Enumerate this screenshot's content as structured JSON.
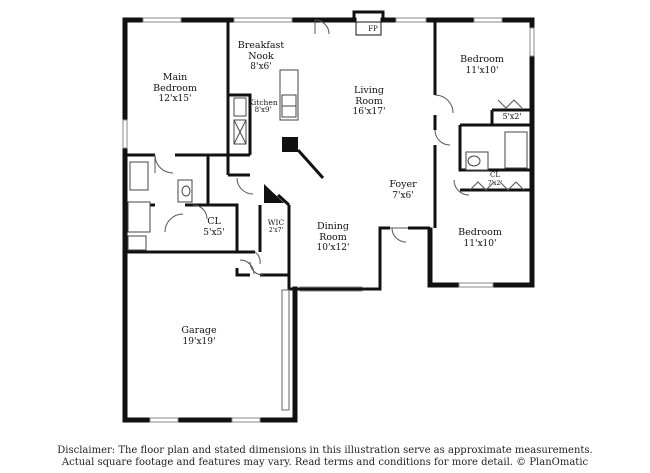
{
  "rooms": {
    "breakfast_nook": {
      "name": "Breakfast\nNook",
      "dim": "8'x6'"
    },
    "main_bedroom": {
      "name": "Main\nBedroom",
      "dim": "12'x15'"
    },
    "kitchen": {
      "name": "Kitchen",
      "dim": "8'x9'"
    },
    "living_room": {
      "name": "Living\nRoom",
      "dim": "16'x17'"
    },
    "bedroom_top": {
      "name": "Bedroom",
      "dim": "11'x10'"
    },
    "closet_5x2": {
      "name": "5'x2'",
      "dim": ""
    },
    "closet_small": {
      "name": "CL",
      "dim": "7'x2'"
    },
    "foyer": {
      "name": "Foyer",
      "dim": "7'x6'"
    },
    "main_closet": {
      "name": "CL",
      "dim": "5'x5'"
    },
    "wic": {
      "name": "WIC",
      "dim": "2'x7'"
    },
    "dining_room": {
      "name": "Dining\nRoom",
      "dim": "10'x12'"
    },
    "bedroom_bottom": {
      "name": "Bedroom",
      "dim": "11'x10'"
    },
    "garage": {
      "name": "Garage",
      "dim": "19'x19'"
    }
  },
  "fixtures": {
    "fireplace": "FP"
  },
  "disclaimer": {
    "line1": "Disclaimer: The floor plan and stated dimensions in this illustration serve as approximate measurements.",
    "line2": "Actual square footage and features may vary. Read terms and conditions for more detail. © PlanOmatic"
  }
}
